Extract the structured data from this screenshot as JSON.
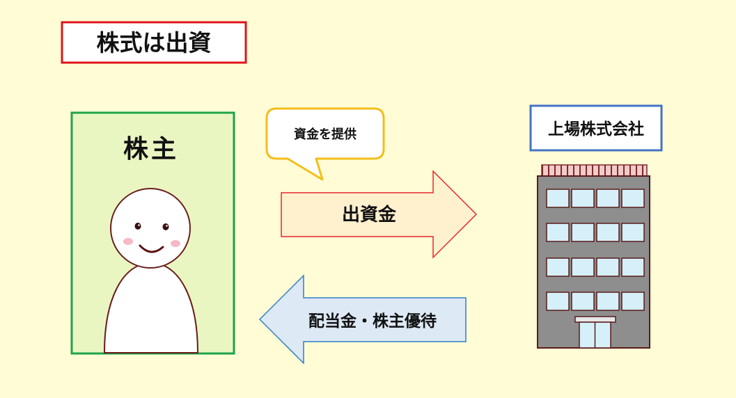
{
  "title": "株式は出資",
  "shareholder": {
    "label": "株主"
  },
  "bubble": {
    "text": "資金を提供"
  },
  "arrow_investment": {
    "label": "出資金"
  },
  "arrow_return": {
    "label": "配当金・株主優待"
  },
  "company": {
    "label": "上場株式会社"
  },
  "colors": {
    "background": "#FFFCD6",
    "title_border": "#E0141B",
    "shareholder_border": "#1FA34A",
    "shareholder_fill": "#EAF6C2",
    "bubble_border": "#F2BE1A",
    "investment_arrow_stroke": "#E8262B",
    "investment_arrow_fill": "#FFF0CE",
    "return_arrow_stroke": "#2F7FC8",
    "return_arrow_fill": "#DDE9F5",
    "company_border": "#4472C4",
    "building_body": "#8E8E8E",
    "window_glass": "#D6F0FA"
  }
}
